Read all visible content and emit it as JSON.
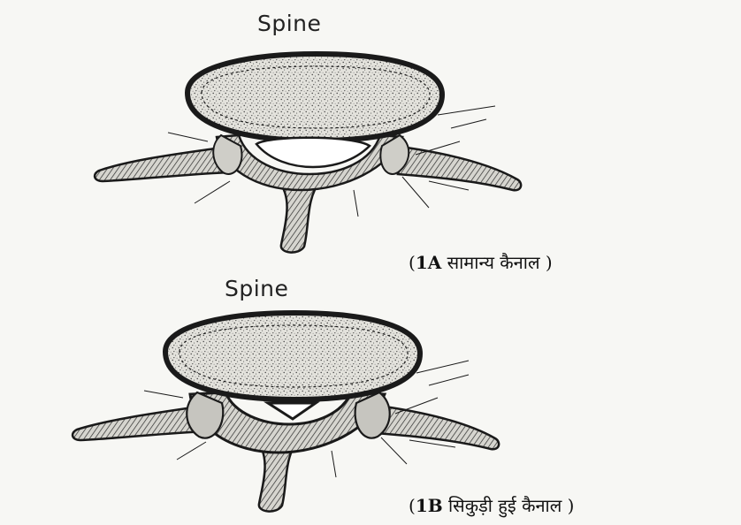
{
  "figure_1a": {
    "title": "Spine",
    "caption_open": "(",
    "caption_code": "1A",
    "caption_text": "सामान्य कैनाल",
    "caption_close": ")"
  },
  "figure_1b": {
    "title": "Spine",
    "caption_open": "(",
    "caption_code": "1B",
    "caption_text": "सिकुड़ी हुई कैनाल",
    "caption_close": ")"
  },
  "colors": {
    "ink": "#1a1a1a",
    "paper": "#f7f7f4",
    "bone_fill": "#e9e8e3"
  }
}
